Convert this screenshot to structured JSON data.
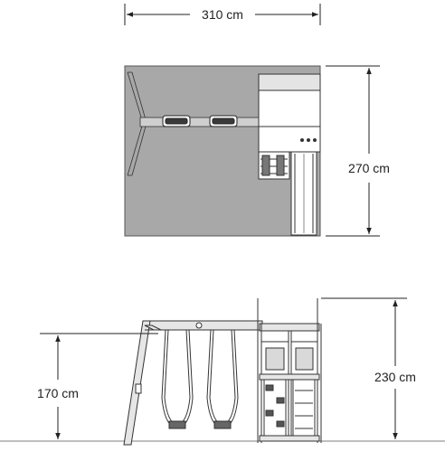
{
  "dimensions": {
    "width_label": "310 cm",
    "depth_label": "270 cm",
    "swing_height_label": "170 cm",
    "tower_height_label": "230 cm"
  },
  "colors": {
    "line": "#333333",
    "top_view_fill": "#a8a8a8",
    "wood_fill": "#e6e6e6",
    "background": "#ffffff"
  }
}
